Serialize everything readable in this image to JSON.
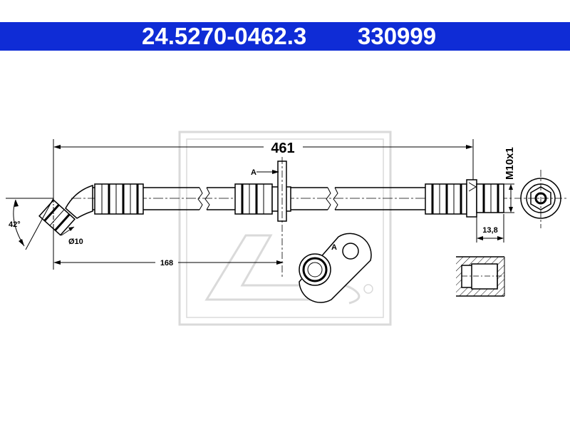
{
  "header": {
    "part_number": "24.5270-0462.3",
    "ref_number": "330999"
  },
  "dimensions": {
    "total_length": "461",
    "partial_length": "168",
    "angle": "42°",
    "diameter": "Ø10",
    "thread": "M10x1",
    "thread_length": "13,8",
    "section_label": "A",
    "detail_label": "A"
  },
  "colors": {
    "header_bg": "#0f2cd6",
    "header_text": "#ffffff",
    "line": "#000000",
    "watermark": "#dadada"
  }
}
